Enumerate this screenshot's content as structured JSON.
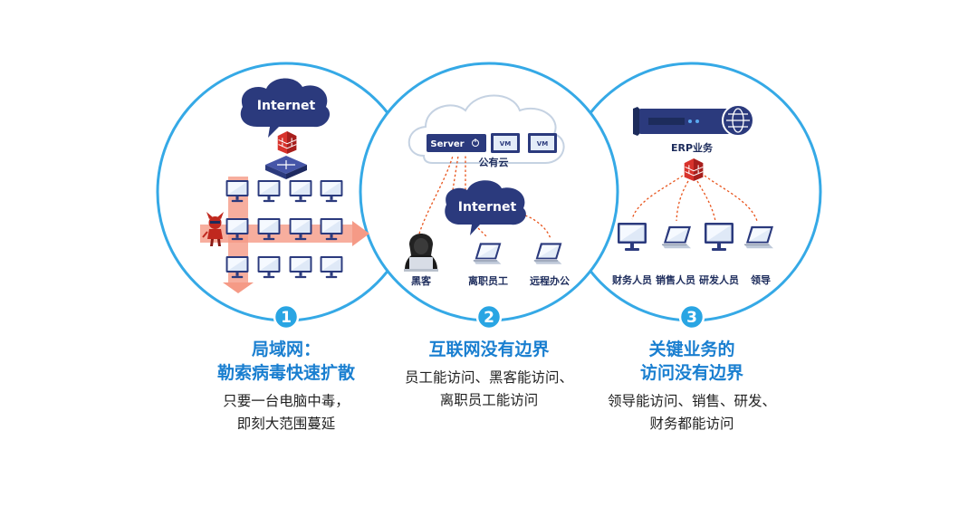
{
  "colors": {
    "circle_border": "#35a9e6",
    "title_blue": "#1a7fd0",
    "badge_blue": "#29a5e3",
    "navy": "#2b3a7d",
    "firewall_red": "#d8332c",
    "link_orange": "#e8541c",
    "spread_salmon": "#f59a86"
  },
  "panel1": {
    "badge": "1",
    "cloud_label": "Internet",
    "title_line1": "局域网：",
    "title_line2": "勒索病毒快速扩散",
    "desc_line1": "只要一台电脑中毒，",
    "desc_line2": "即刻大范围蔓延",
    "icons": [
      "internet-cloud",
      "firewall-icon",
      "switch-icon",
      "monitor-icon",
      "virus-devil-icon"
    ]
  },
  "panel2": {
    "badge": "2",
    "server_label": "Server",
    "public_cloud_label": "公有云",
    "cloud_label": "Internet",
    "vm_label": "VM",
    "title": "互联网没有边界",
    "desc_line1": "员工能访问、黑客能访问、",
    "desc_line2": "离职员工能访问",
    "nodes": [
      {
        "label": "黑客",
        "icon": "hacker-icon"
      },
      {
        "label": "离职员工",
        "icon": "laptop-icon"
      },
      {
        "label": "远程办公",
        "icon": "laptop-icon"
      }
    ]
  },
  "panel3": {
    "badge": "3",
    "erp_label": "ERP业务",
    "title_line1": "关键业务的",
    "title_line2": "访问没有边界",
    "desc_line1": "领导能访问、销售、研发、",
    "desc_line2": "财务都能访问",
    "users": [
      {
        "label": "财务人员",
        "icon": "monitor-icon"
      },
      {
        "label": "销售人员",
        "icon": "laptop-icon"
      },
      {
        "label": "研发人员",
        "icon": "monitor-icon"
      },
      {
        "label": "领导",
        "icon": "laptop-icon"
      }
    ]
  }
}
